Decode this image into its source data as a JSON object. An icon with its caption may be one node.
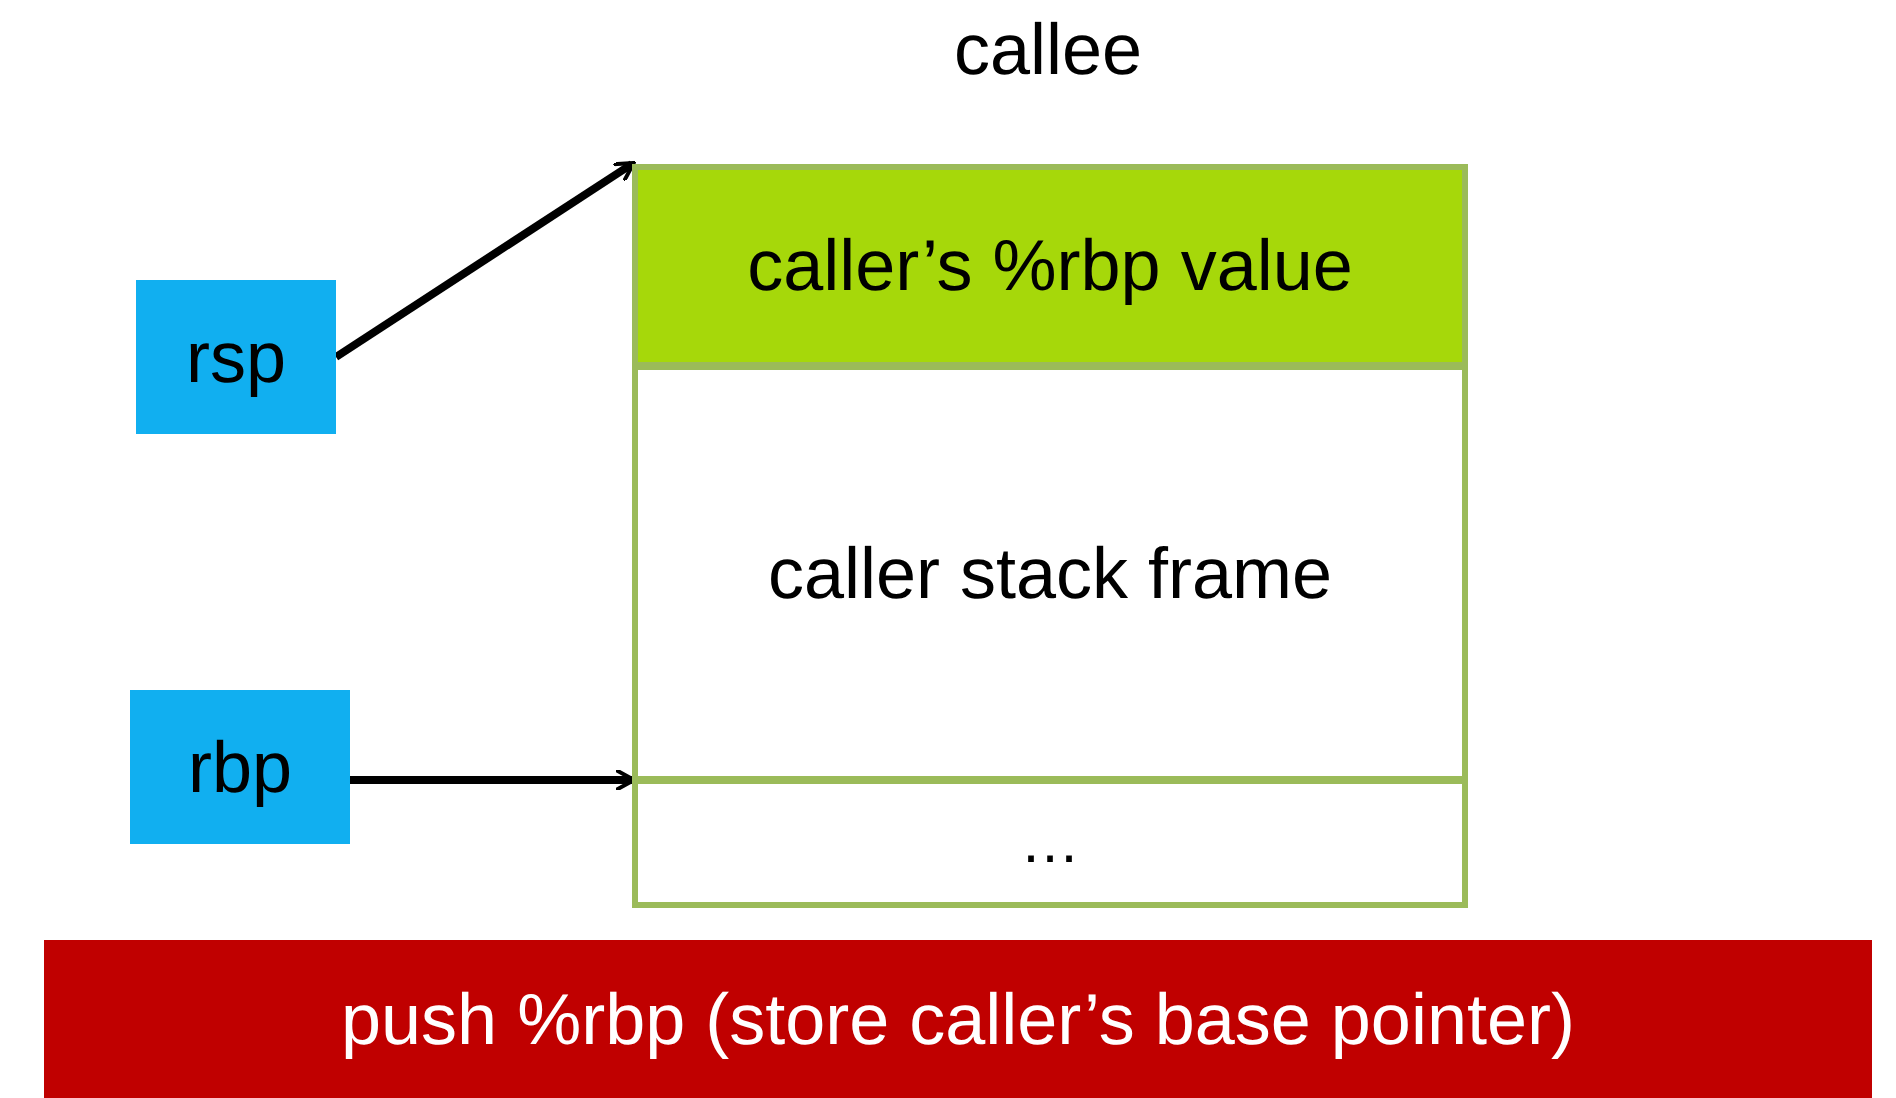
{
  "diagram": {
    "title": "callee",
    "nodes": [
      {
        "text": [
          "rsp"
        ]
      },
      {
        "text": [
          "caller’s %rbp value"
        ]
      },
      {
        "text": [
          "caller stack frame"
        ]
      },
      {
        "text": [
          "rbp"
        ]
      },
      {
        "text": [
          "…"
        ]
      },
      {
        "text": [
          "push %rbp (store caller’s base pointer)"
        ]
      }
    ],
    "edges": [
      {
        "from": 0,
        "to": 1,
        "arrow": "to"
      },
      {
        "from": 3,
        "to": 2,
        "arrow": "to"
      }
    ]
  }
}
